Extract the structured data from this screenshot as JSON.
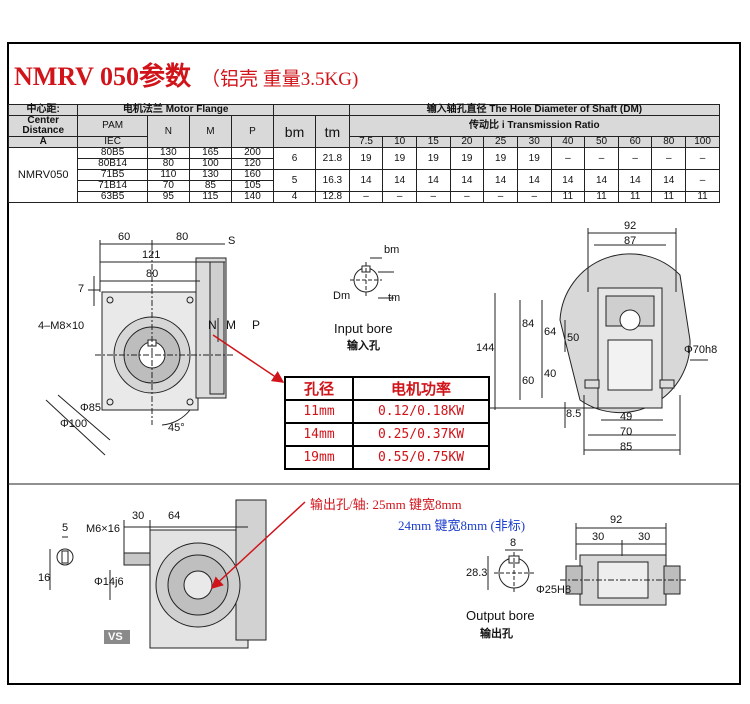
{
  "title": {
    "main": "NMRV 050参数",
    "sub": "（铝壳 重量3.5KG)"
  },
  "spec_table": {
    "center_distance_cn": "中心距:",
    "center_distance_en": "Center Distance",
    "center_distance_sym": "A",
    "motor_flange": "电机法兰  Motor Flange",
    "input_hole": "输入轴孔直径      The Hole Diameter of Shaft (DM)",
    "ratio_header": "传动比  i Transmission Ratio",
    "pam": "PAM",
    "iec": "IEC",
    "col_n": "N",
    "col_m": "M",
    "col_p": "P",
    "col_bm": "bm",
    "col_tm": "tm",
    "model": "NMRV050",
    "ratios": [
      "7.5",
      "10",
      "15",
      "20",
      "25",
      "30",
      "40",
      "50",
      "60",
      "80",
      "100"
    ],
    "rows": [
      {
        "pam": "80B5",
        "n": "130",
        "m": "165",
        "p": "200"
      },
      {
        "pam": "80B14",
        "n": "80",
        "m": "100",
        "p": "120"
      },
      {
        "pam": "71B5",
        "n": "110",
        "m": "130",
        "p": "160"
      },
      {
        "pam": "71B14",
        "n": "70",
        "m": "85",
        "p": "105"
      },
      {
        "pam": "63B5",
        "n": "95",
        "m": "115",
        "p": "140"
      }
    ],
    "groups": [
      {
        "bm": "6",
        "tm": "21.8",
        "dm": [
          "19",
          "19",
          "19",
          "19",
          "19",
          "19",
          "–",
          "–",
          "–",
          "–",
          "–"
        ]
      },
      {
        "bm": "5",
        "tm": "16.3",
        "dm": [
          "14",
          "14",
          "14",
          "14",
          "14",
          "14",
          "14",
          "14",
          "14",
          "14",
          "–"
        ]
      },
      {
        "bm": "4",
        "tm": "12.8",
        "dm": [
          "–",
          "–",
          "–",
          "–",
          "–",
          "–",
          "11",
          "11",
          "11",
          "11",
          "11"
        ]
      }
    ]
  },
  "drawing_front": {
    "d60": "60",
    "d80": "80",
    "d121": "121",
    "d80b": "80",
    "d7": "7",
    "s": "S",
    "n": "N",
    "m": "M",
    "p": "P",
    "bolt": "4–M8×10",
    "d85": "Φ85",
    "d100": "Φ100",
    "angle": "45°"
  },
  "input_bore": {
    "bm": "bm",
    "dm": "Dm",
    "tm": "tm",
    "en": "Input bore",
    "cn": "输入孔"
  },
  "drawing_side": {
    "d92": "92",
    "d87": "87",
    "d144": "144",
    "d84": "84",
    "d64": "64",
    "d50": "50",
    "d60": "60",
    "d40": "40",
    "d8_5": "8.5",
    "d49": "49",
    "d70": "70",
    "d85": "85",
    "d70h8": "Φ70h8"
  },
  "power_table": {
    "header": [
      "孔径",
      "电机功率"
    ],
    "rows": [
      [
        "11mm",
        "0.12/0.18KW"
      ],
      [
        "14mm",
        "0.25/0.37KW"
      ],
      [
        "19mm",
        "0.55/0.75KW"
      ]
    ]
  },
  "output_shaft": {
    "d5": "5",
    "d16": "16",
    "m6": "M6×16",
    "d30": "30",
    "d64": "64",
    "d14j6": "Φ14j6",
    "vs": "VS"
  },
  "notes": {
    "line1": "输出孔/轴: 25mm 键宽8mm",
    "line2": "24mm 键宽8mm (非标)"
  },
  "output_bore": {
    "d8": "8",
    "d28_3": "28.3",
    "d25h8": "Φ25H8",
    "en": "Output bore",
    "cn": "输出孔",
    "d92": "92",
    "d30a": "30",
    "d30b": "30"
  },
  "colors": {
    "accent_red": "#d0141a",
    "note_blue": "#1a3ccc"
  }
}
